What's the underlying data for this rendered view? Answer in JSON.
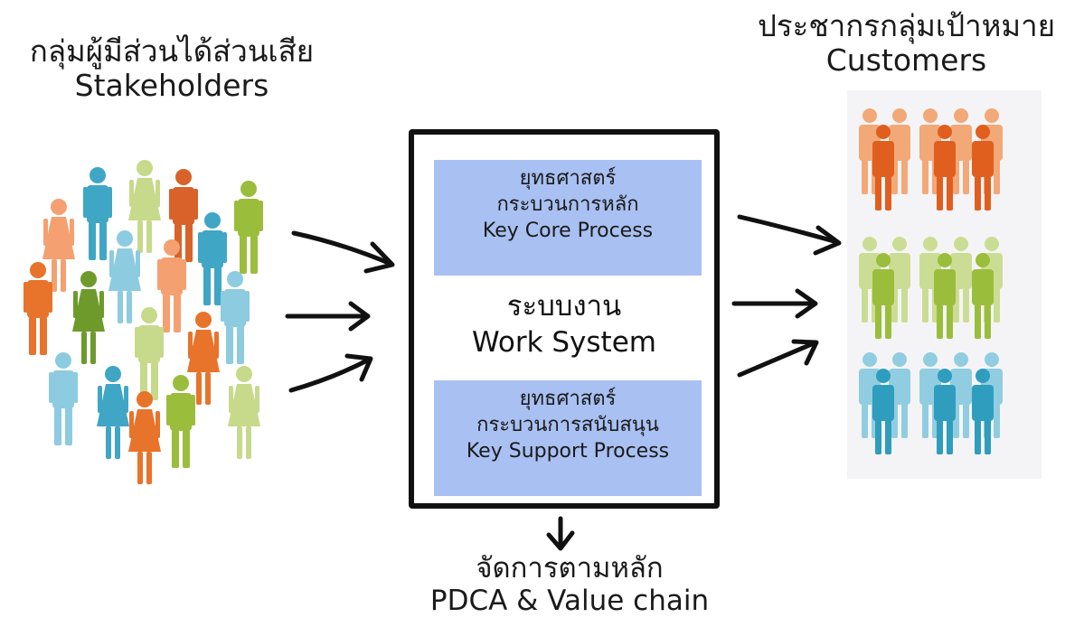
{
  "stakeholders": {
    "label_th": "กลุ่มผู้มีส่วนได้ส่วนเสีย",
    "label_en": "Stakeholders"
  },
  "customers": {
    "label_th": "ประชากรกลุ่มเป้าหมาย",
    "label_en": "Customers"
  },
  "work_system": {
    "label_th": "ระบบงาน",
    "label_en": "Work System",
    "core": {
      "line1": "ยุทธศาสตร์",
      "line2": "กระบวนการหลัก",
      "line3": "Key Core Process"
    },
    "support": {
      "line1": "ยุทธศาสตร์",
      "line2": "กระบวนการสนับสนุน",
      "line3": "Key Support Process"
    }
  },
  "footer": {
    "label_th": "จัดการตามหลัก",
    "label_en": "PDCA & Value chain"
  },
  "colors": {
    "box_fill": "#a9c0f2",
    "people": [
      "#e8732a",
      "#f4a070",
      "#9bbd3c",
      "#c7d98a",
      "#3fa6c6",
      "#8ccbe0",
      "#6e9a2c"
    ]
  }
}
